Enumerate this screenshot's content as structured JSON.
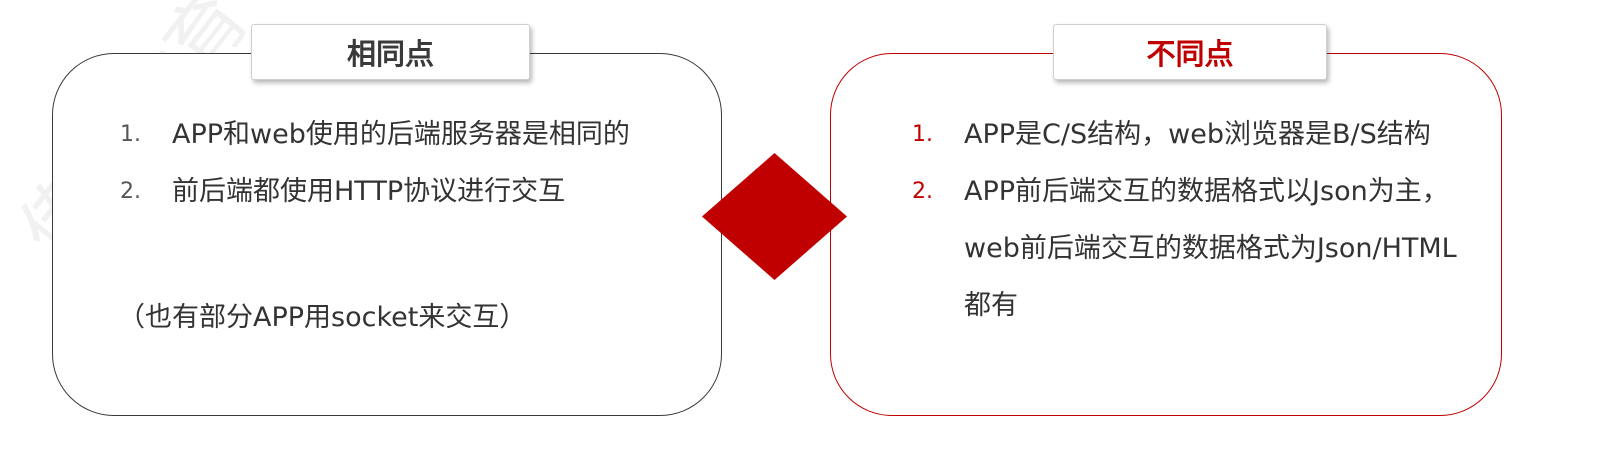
{
  "left": {
    "title": "相同点",
    "items": [
      {
        "num": "1.",
        "text": "APP和web使用的后端服务器是相同的"
      },
      {
        "num": "2.",
        "text": "前后端都使用HTTP协议进行交互"
      }
    ],
    "note": "（也有部分APP用socket来交互）"
  },
  "right": {
    "title": "不同点",
    "items": [
      {
        "num": "1.",
        "text": "APP是C/S结构，web浏览器是B/S结构"
      },
      {
        "num": "2.",
        "text": "APP前后端交互的数据格式以Json为主，web前后端交互的数据格式为Json/HTML都有"
      }
    ]
  },
  "watermark": "传智教育",
  "colors": {
    "accent": "#c00000",
    "border_left": "#3a3a3a",
    "text": "#333333"
  }
}
